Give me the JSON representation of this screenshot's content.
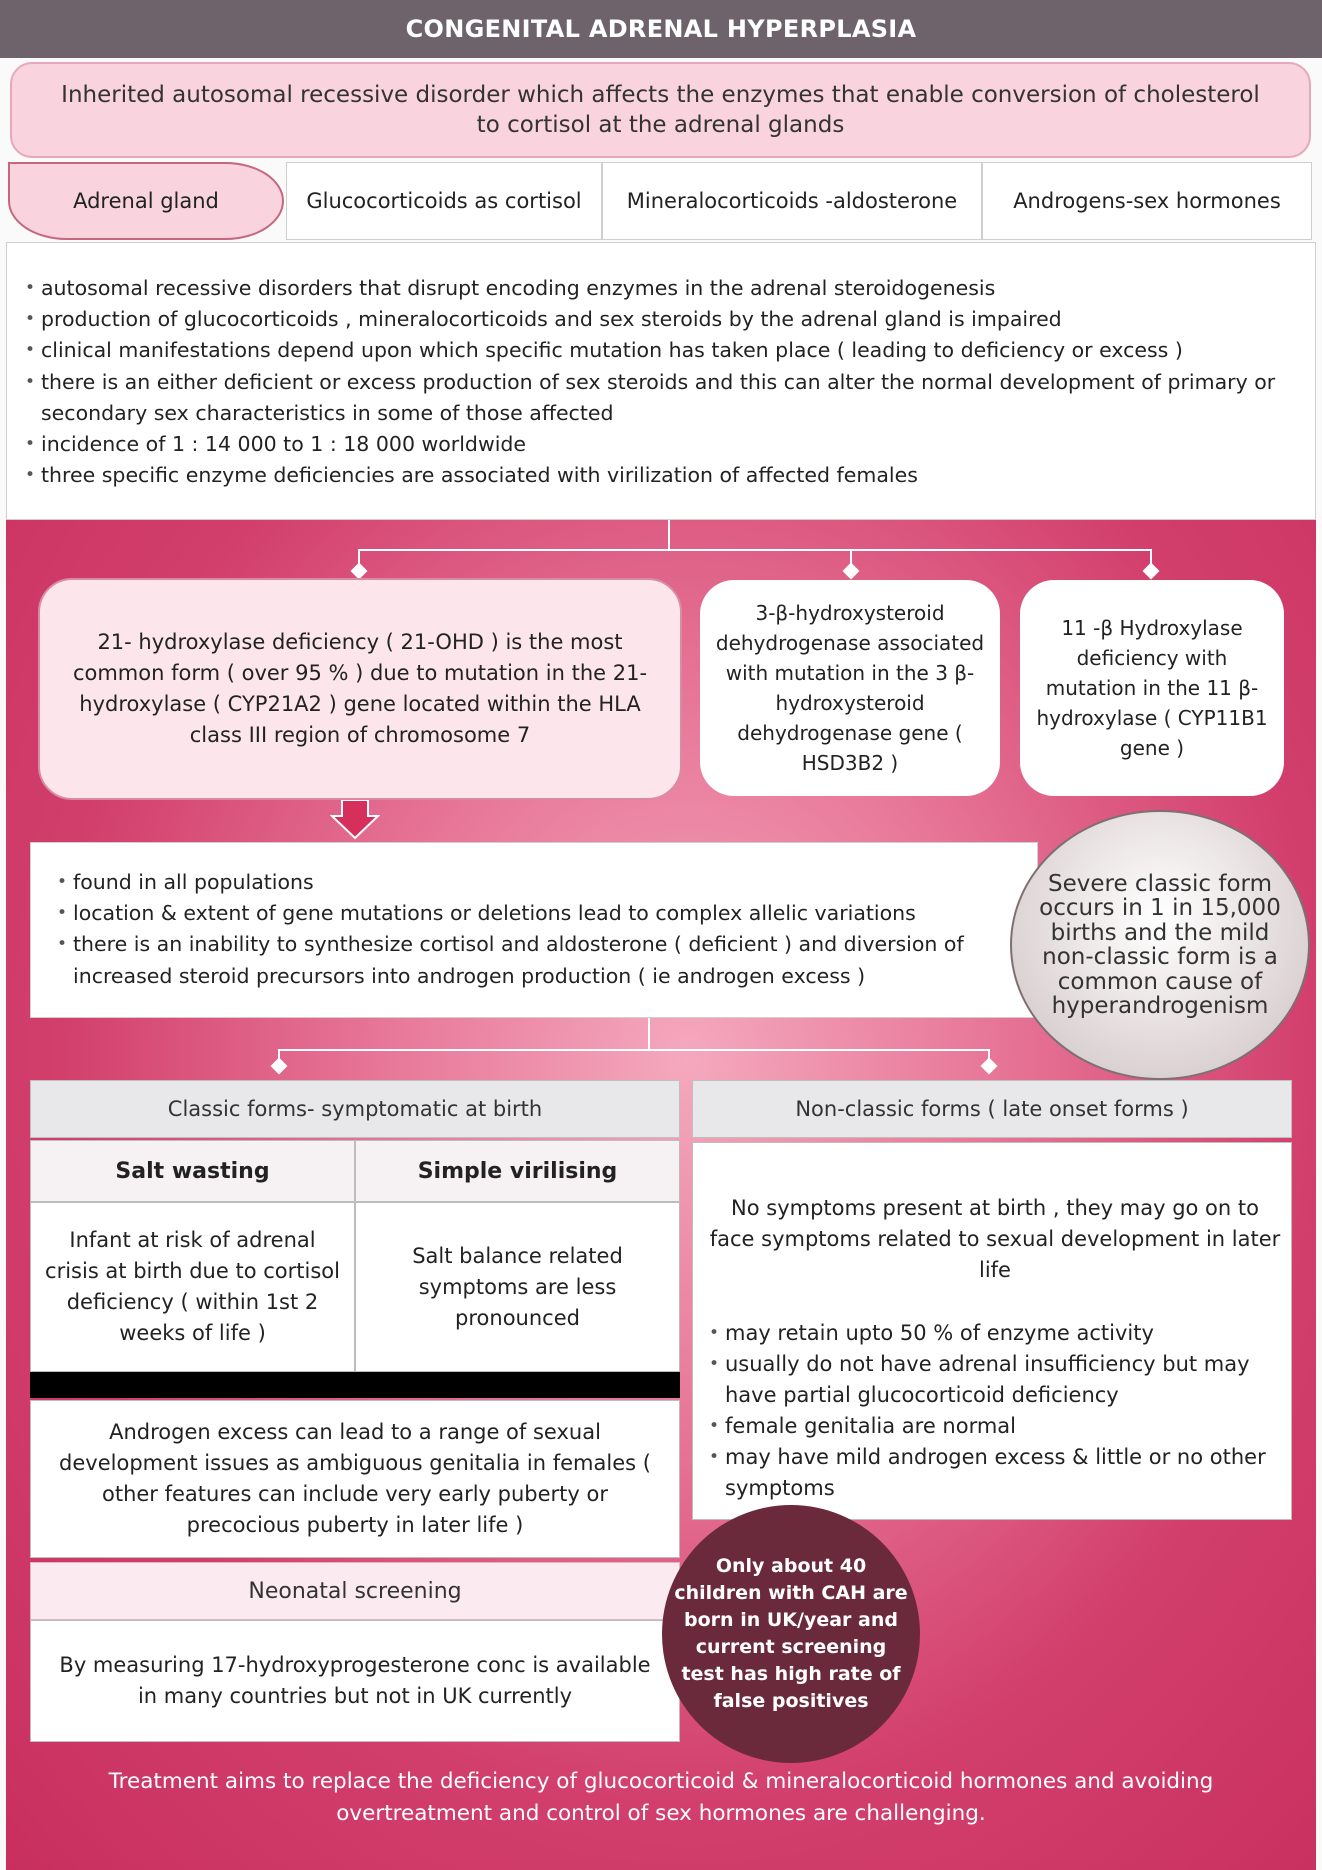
{
  "title": "CONGENITAL ADRENAL HYPERPLASIA",
  "intro": "Inherited autosomal recessive disorder which affects the enzymes that enable conversion of cholesterol to cortisol at the adrenal glands",
  "tabs": [
    "Adrenal gland",
    "Glucocorticoids as cortisol",
    "Mineralocorticoids -aldosterone",
    "Androgens-sex hormones"
  ],
  "description": [
    "autosomal recessive disorders that disrupt encoding enzymes in  the adrenal steroidogenesis",
    "production of glucocorticoids , mineralocorticoids and sex steroids by the adrenal gland is impaired",
    "clinical manifestations depend upon which specific mutation has taken place ( leading to deficiency or excess )",
    "there is an either deficient or excess production of sex steroids and this can alter the normal development of primary or secondary sex characteristics in some of those affected",
    "incidence of 1 : 14 000 to 1 : 18 000 worldwide",
    "three specific enzyme deficiencies are associated with virilization of affected females"
  ],
  "deficiencies": {
    "main": "21- hydroxylase deficiency ( 21-OHD ) is the most common form ( over 95 % ) due to mutation in the 21-hydroxylase ( CYP21A2 ) gene located within the HLA class III region of chromosome 7",
    "beta3": "3-β-hydroxysteroid dehydrogenase associated with mutation in the 3 β-hydroxysteroid dehydrogenase gene ( HSD3B2 )",
    "beta11": "11 -β Hydroxylase deficiency with mutation in the 11 β-hydroxylase ( CYP11B1 gene )"
  },
  "findings": [
    "found in all populations",
    "location & extent of gene mutations or deletions lead to complex allelic variations",
    "there is an inability to synthesize cortisol and aldosterone ( deficient ) and diversion of increased steroid precursors into androgen production ( ie androgen excess )"
  ],
  "severe_note": "Severe classic form occurs in 1 in 15,000 births and the mild non-classic form is a common cause of hyperandrogenism",
  "classic": {
    "header": "Classic forms- symptomatic at birth",
    "col1_title": "Salt wasting",
    "col2_title": "Simple virilising",
    "col1_text": "Infant at risk of adrenal crisis at birth due to cortisol deficiency ( within 1st 2 weeks of life )",
    "col2_text": "Salt balance related symptoms are less pronounced",
    "androgen_text": "Androgen excess can lead to a range of sexual development issues as ambiguous genitalia in females ( other features can include very early puberty or precocious puberty in later life )"
  },
  "nonclassic": {
    "header": "Non-classic forms ( late onset forms )",
    "intro": "No symptoms present at birth , they may go on to face symptoms related to sexual development in later life",
    "points": [
      "may retain upto 50 % of enzyme activity",
      "usually do not have adrenal insufficiency but may have partial glucocorticoid deficiency",
      "female genitalia are normal",
      "may have mild androgen excess & little or no other symptoms"
    ]
  },
  "screening": {
    "header": "Neonatal screening",
    "text": "By measuring 17-hydroxyprogesterone conc is available in many countries but not in UK currently",
    "note": "Only about 40 children with CAH are born in UK/year and current screening test has high rate of false positives"
  },
  "footer": "Treatment aims to replace the deficiency of glucocorticoid & mineralocorticoid hormones and avoiding overtreatment and control of sex hormones are challenging."
}
